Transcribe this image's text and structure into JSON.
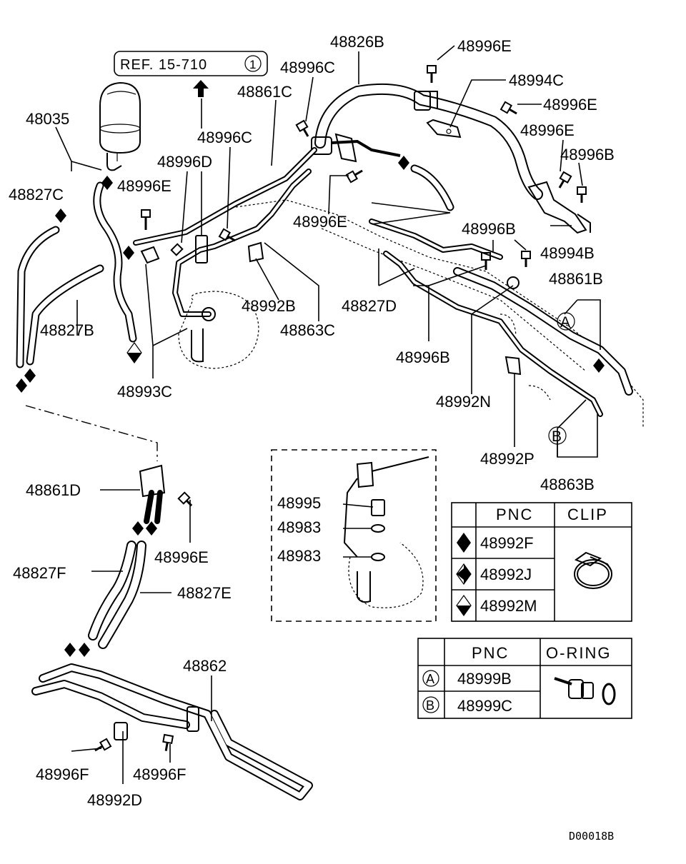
{
  "reference": {
    "text": "REF. 15-710",
    "circle": "1"
  },
  "drawing_code": "D00018B",
  "labels": {
    "p48826B": "48826B",
    "p48996E_a": "48996E",
    "p48996C_a": "48996C",
    "p48994C": "48994C",
    "p48861C": "48861C",
    "p48996E_b": "48996E",
    "p48035": "48035",
    "p48996C_b": "48996C",
    "p48996E_c": "48996E",
    "p48996B_a": "48996B",
    "p48996D": "48996D",
    "p48827C": "48827C",
    "p48996E_d": "48996E",
    "p48996E_e": "48996E",
    "p48996B_b": "48996B",
    "p48994B": "48994B",
    "p48861B": "48861B",
    "p48992B": "48992B",
    "p48827D": "48827D",
    "p48827B": "48827B",
    "p48863C": "48863C",
    "p48996B_c": "48996B",
    "p48993C": "48993C",
    "p48992N": "48992N",
    "p48992P": "48992P",
    "p48863B": "48863B",
    "p48861D": "48861D",
    "p48995": "48995",
    "p48983_a": "48983",
    "p48983_b": "48983",
    "p48996E_f": "48996E",
    "p48827F": "48827F",
    "p48827E": "48827E",
    "p48862": "48862",
    "p48996F_a": "48996F",
    "p48996F_b": "48996F",
    "p48992D": "48992D",
    "callout_a": "A",
    "callout_b": "B"
  },
  "clip_table": {
    "headers": [
      "PNC",
      "CLIP"
    ],
    "rows": [
      {
        "symbol": "solid-diamond-icon",
        "pnc": "48992F"
      },
      {
        "symbol": "split-diamond-icon",
        "pnc": "48992J"
      },
      {
        "symbol": "half-diamond-icon",
        "pnc": "48992M"
      }
    ]
  },
  "oring_table": {
    "headers": [
      "PNC",
      "O-RING"
    ],
    "rows": [
      {
        "symbol": "A",
        "pnc": "48999B"
      },
      {
        "symbol": "B",
        "pnc": "48999C"
      }
    ]
  }
}
